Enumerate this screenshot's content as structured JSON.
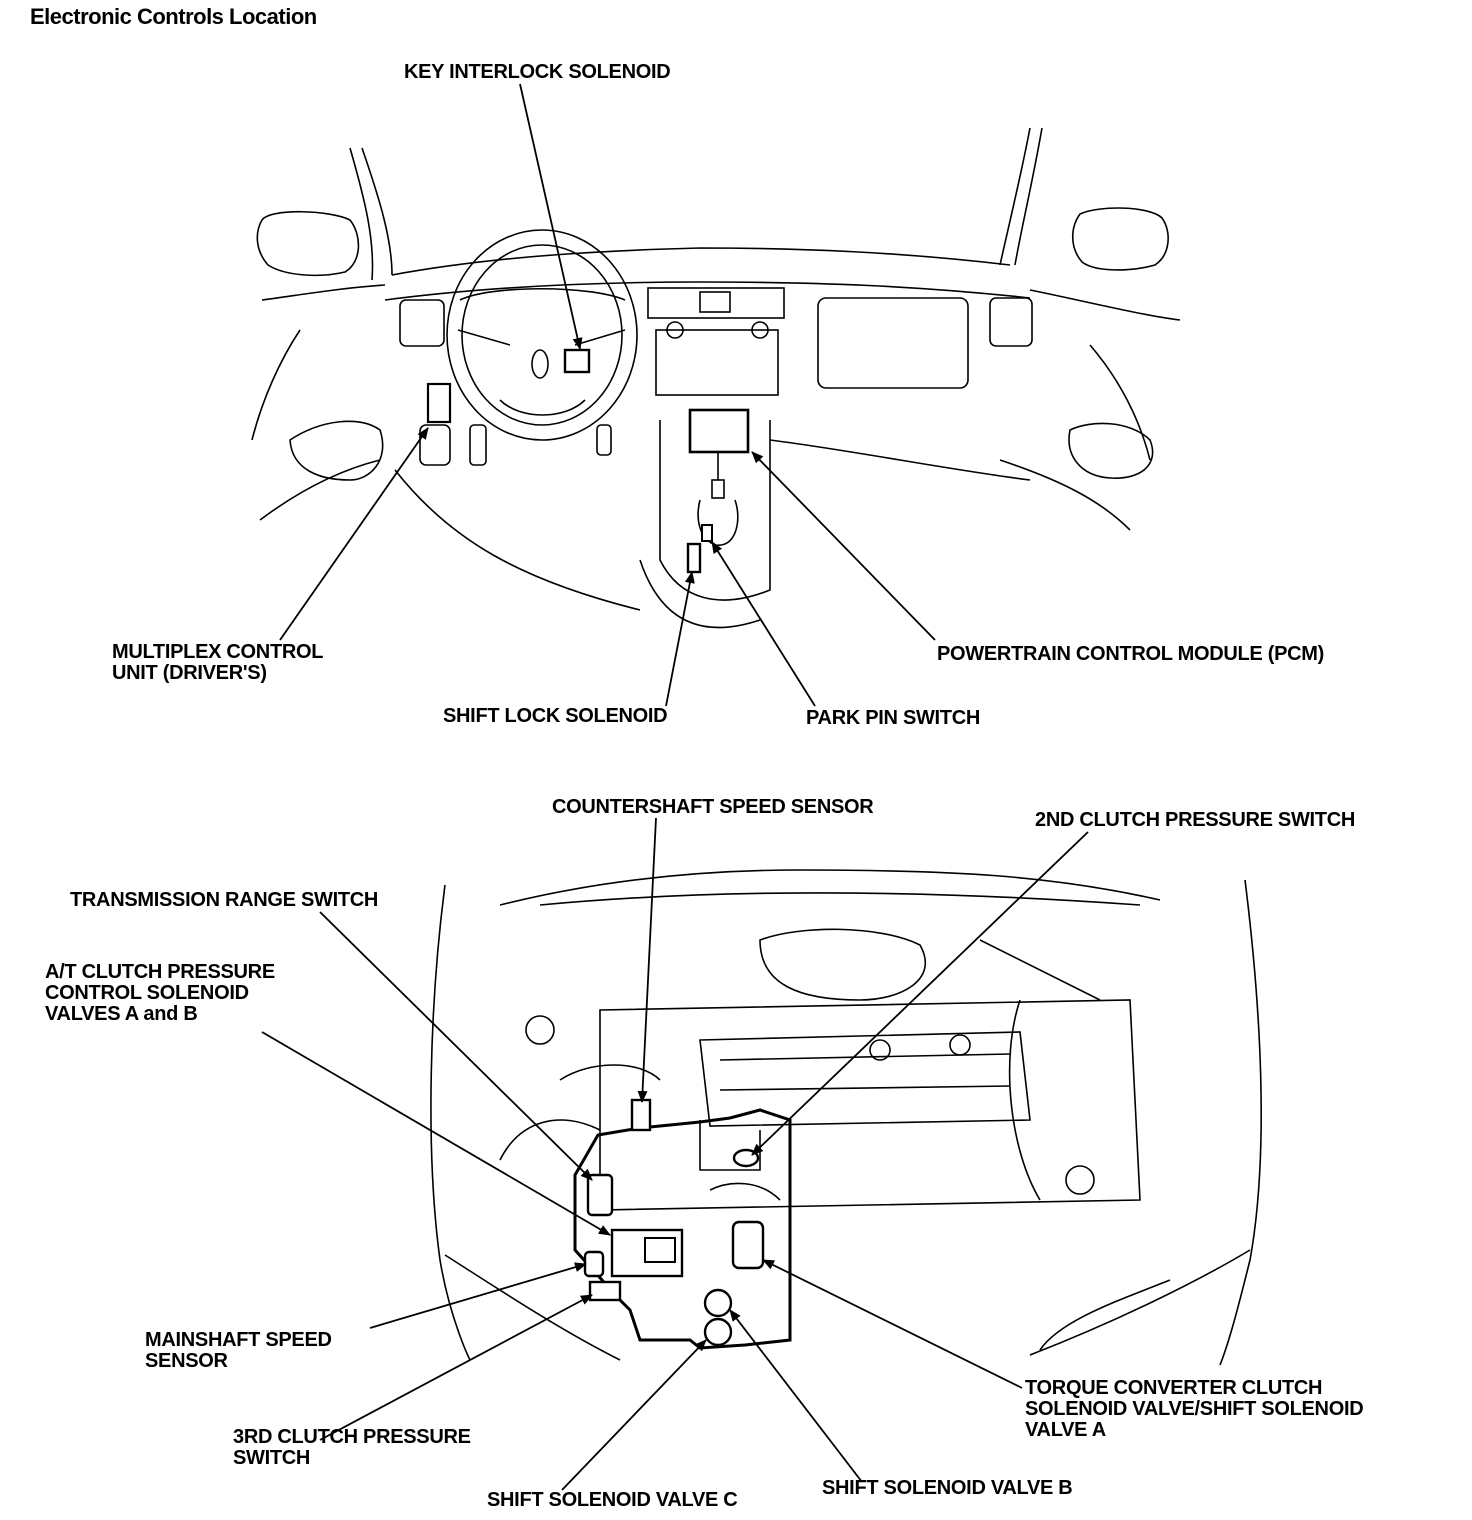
{
  "title": "Electronic Controls Location",
  "interior_labels": {
    "key_interlock_solenoid": "KEY INTERLOCK SOLENOID",
    "multiplex_control_unit_line1": "MULTIPLEX CONTROL",
    "multiplex_control_unit_line2": "UNIT (DRIVER'S)",
    "powertrain_control_module": "POWERTRAIN CONTROL MODULE (PCM)",
    "shift_lock_solenoid": "SHIFT LOCK SOLENOID",
    "park_pin_switch": "PARK PIN SWITCH"
  },
  "engine_labels": {
    "countershaft_speed_sensor": "COUNTERSHAFT SPEED SENSOR",
    "second_clutch_pressure_switch": "2ND CLUTCH PRESSURE SWITCH",
    "transmission_range_switch": "TRANSMISSION RANGE SWITCH",
    "at_clutch_line1": "A/T CLUTCH PRESSURE",
    "at_clutch_line2": "CONTROL SOLENOID",
    "at_clutch_line3": "VALVES A and B",
    "mainshaft_speed_sensor_line1": "MAINSHAFT SPEED",
    "mainshaft_speed_sensor_line2": "SENSOR",
    "third_clutch_line1": "3RD CLUTCH PRESSURE",
    "third_clutch_line2": "SWITCH",
    "torque_converter_line1": "TORQUE CONVERTER CLUTCH",
    "torque_converter_line2": "SOLENOID VALVE/SHIFT SOLENOID",
    "torque_converter_line3": "VALVE A",
    "shift_solenoid_valve_c": "SHIFT SOLENOID VALVE C",
    "shift_solenoid_valve_b": "SHIFT SOLENOID VALVE B"
  }
}
